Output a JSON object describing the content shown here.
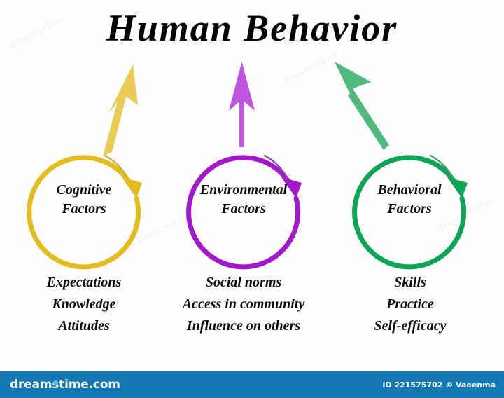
{
  "title": "Human Behavior",
  "background_color": "#fefefe",
  "nodes": [
    {
      "id": "cognitive",
      "label_line1": "Cognitive",
      "label_line2": "Factors",
      "color": "#E5BC1E",
      "arrow_color": "#E8CC55",
      "arrow_direction": "up-right",
      "items": [
        "Expectations",
        "Knowledge",
        "Attitudes"
      ]
    },
    {
      "id": "environmental",
      "label_line1": "Environmental",
      "label_line2": "Factors",
      "color": "#A318CC",
      "arrow_color": "#C055E0",
      "arrow_direction": "up",
      "items": [
        "Social norms",
        "Access in community",
        "Influence on others"
      ]
    },
    {
      "id": "behavioral",
      "label_line1": "Behavioral",
      "label_line2": "Factors",
      "color": "#0AA555",
      "arrow_color": "#52B97E",
      "arrow_direction": "up-left",
      "items": [
        "Skills",
        "Practice",
        "Self-efficacy"
      ]
    }
  ],
  "footer": {
    "logo_text": "dreamstime.com",
    "id_text": "ID 221575702 © Vaeenma",
    "bar_color": "#1278b4",
    "dot_color": "#63c1e8"
  },
  "watermarks": [
    "dreamstime",
    "dreamstime",
    "dreamstime",
    "dreamstime"
  ]
}
